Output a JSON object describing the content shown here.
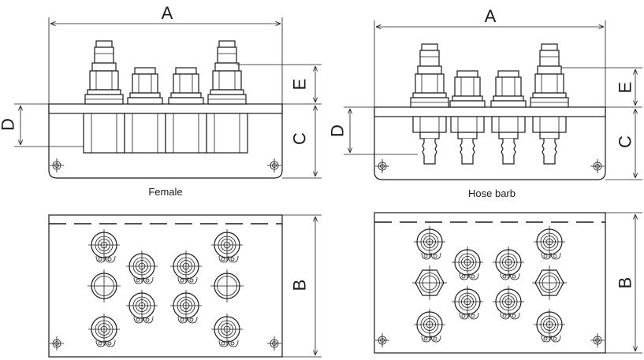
{
  "dimensions": {
    "a": "A",
    "b": "B",
    "c": "C",
    "d": "D",
    "e": "E"
  },
  "views": {
    "female_caption": "Female",
    "hose_barb_caption": "Hose barb"
  }
}
